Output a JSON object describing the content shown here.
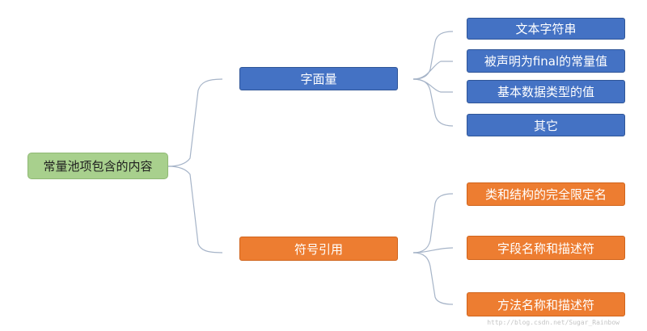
{
  "root": {
    "label": "常量池项包含的内容"
  },
  "branches": [
    {
      "label": "字面量",
      "color": "#4472c4",
      "children": [
        "文本字符串",
        "被声明为final的常量值",
        "基本数据类型的值",
        "其它"
      ]
    },
    {
      "label": "符号引用",
      "color": "#ed7d31",
      "children": [
        "类和结构的完全限定名",
        "字段名称和描述符",
        "方法名称和描述符"
      ]
    }
  ],
  "watermark": "http://blog.csdn.net/Sugar_Rainbow"
}
